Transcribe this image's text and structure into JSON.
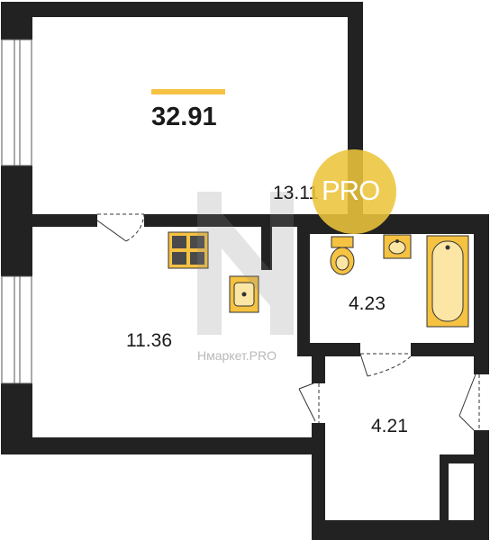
{
  "plan": {
    "total_area": "32.91",
    "rooms": [
      {
        "id": "kitchen",
        "area": "13.11"
      },
      {
        "id": "living",
        "area": "11.36"
      },
      {
        "id": "bathroom",
        "area": "4.23"
      },
      {
        "id": "hallway",
        "area": "4.21"
      }
    ]
  },
  "badge": {
    "text": "PRO"
  },
  "watermark": {
    "text": "Нмаркет.PRO"
  },
  "colors": {
    "wall": "#222222",
    "fixture": "#F5C242",
    "badge": "#ECC43A",
    "accent_bar": "#F5C242"
  }
}
